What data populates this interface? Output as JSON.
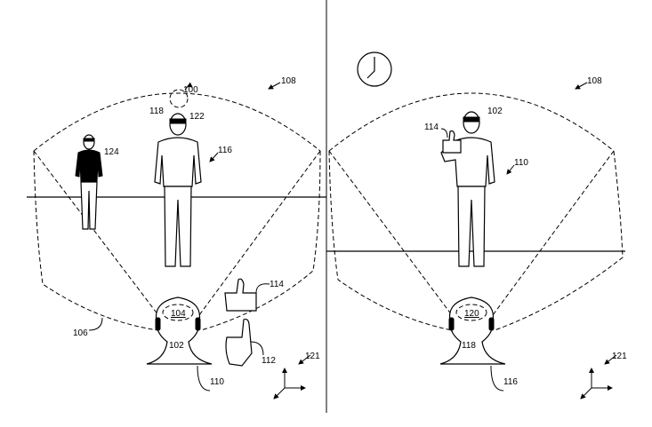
{
  "figure": {
    "left_panel": {
      "labels": {
        "system": "100",
        "environment": "108",
        "hmd_user": "118",
        "virtual_object": "122",
        "bystander": "124",
        "other_user": "116",
        "display": "104",
        "hmd": "102",
        "field_of_view": "106",
        "virtual_gesture": "114",
        "hand_gesture": "112",
        "user": "110",
        "coordinate_system": "121"
      }
    },
    "right_panel": {
      "labels": {
        "environment": "108",
        "hmd": "102",
        "virtual_gesture": "114",
        "user": "110",
        "display": "120",
        "hmd_user": "118",
        "other_user": "116",
        "coordinate_system": "121"
      }
    }
  }
}
